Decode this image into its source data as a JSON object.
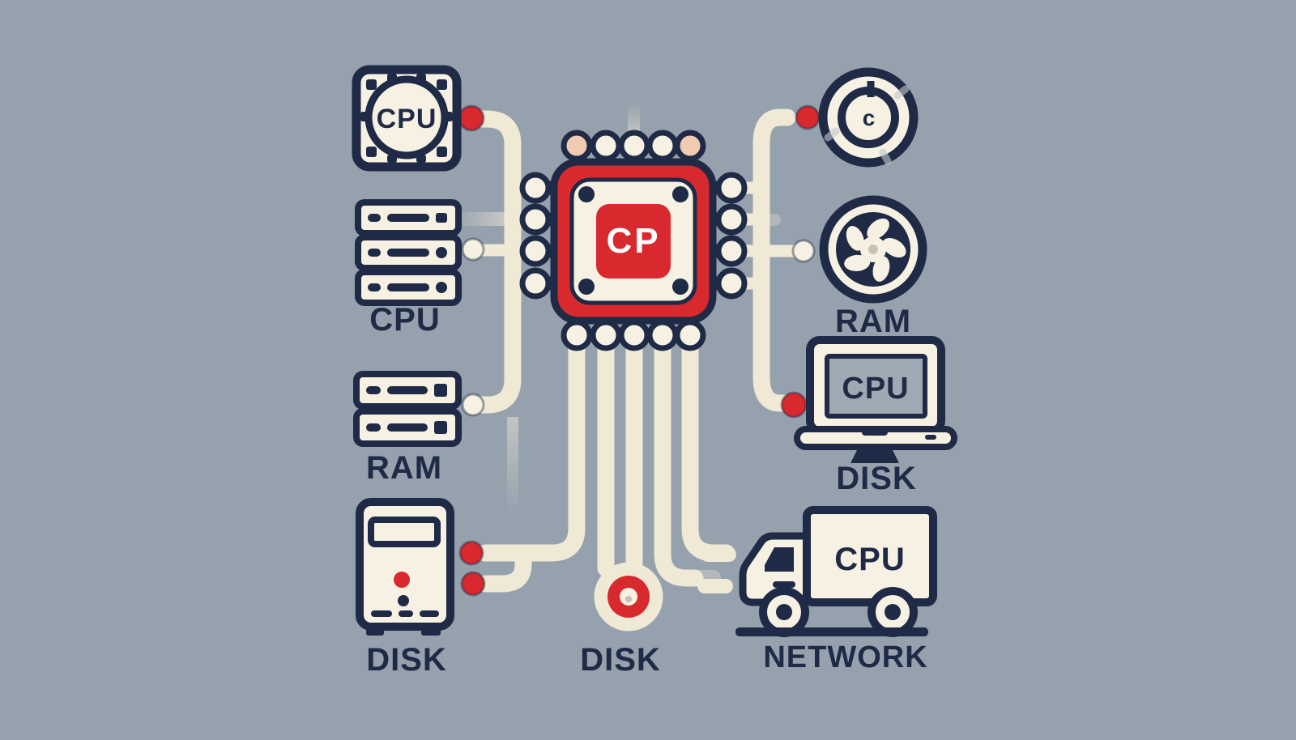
{
  "background": "#95a1ad",
  "colors": {
    "navy": "#1f2a46",
    "cream": "#f6f1e2",
    "line": "#efe9d6",
    "red": "#d8292e",
    "screen": "#9fa9b3",
    "pin_tint": "#f1cbb1",
    "hub_dot": "#c9c2b1",
    "bg": "#95a1ad"
  },
  "chip": {
    "label": "CP"
  },
  "left": {
    "socket_label": "CPU",
    "stack_caption": "CPU",
    "ram_caption": "RAM",
    "tower_caption": "DISK"
  },
  "center": {
    "port_caption": "DISK"
  },
  "right": {
    "disc_label": "c",
    "fan_caption": "RAM",
    "laptop_screen_label": "CPU",
    "laptop_caption": "DISK",
    "truck_label": "CPU",
    "truck_caption": "NETWORK"
  },
  "icons": {
    "top_left": "cpu-socket-icon",
    "mid_left_upper": "memory-stack-icon",
    "mid_left_lower": "ram-sticks-icon",
    "bottom_left": "tower-computer-icon",
    "center": "cpu-chip-icon",
    "center_bottom": "disk-port-icon",
    "top_right": "optical-disc-icon",
    "mid_right": "fan-icon",
    "right": "laptop-icon",
    "bottom_right": "delivery-truck-icon"
  }
}
